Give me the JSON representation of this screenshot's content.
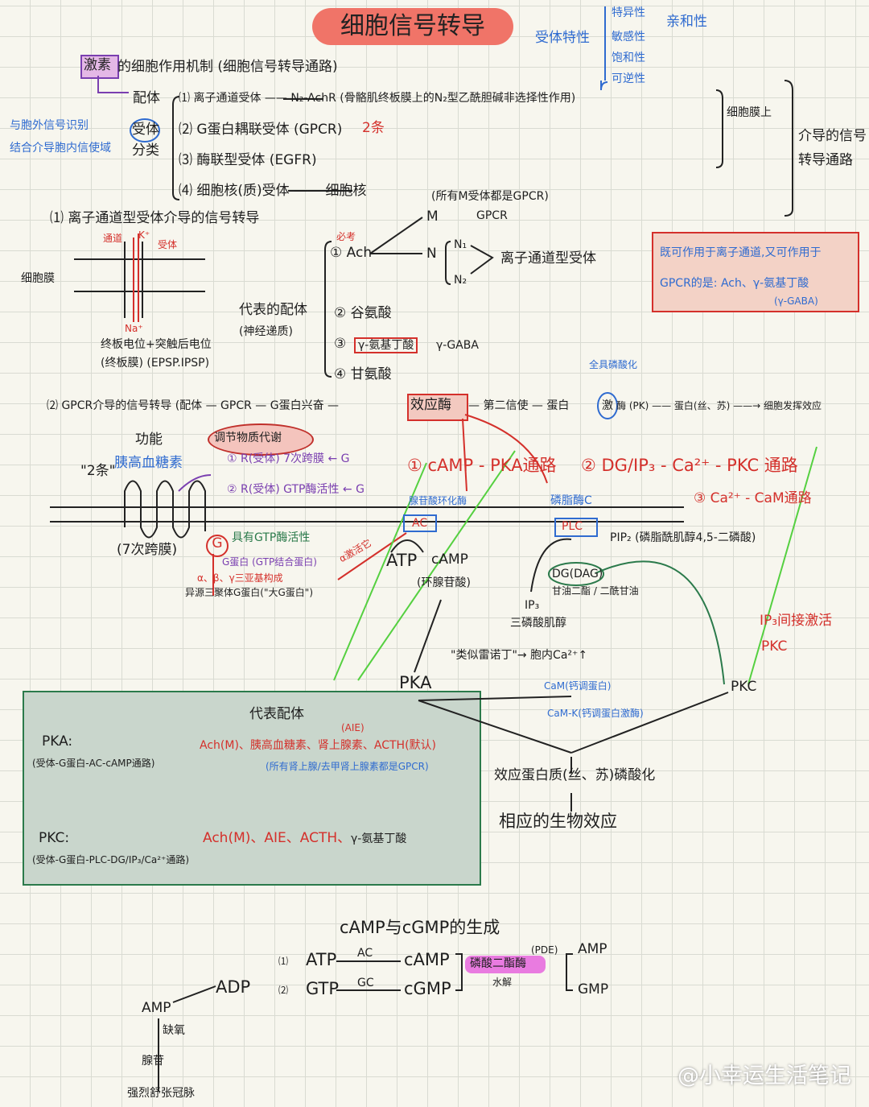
{
  "title": "细胞信号转导",
  "receptor_props": {
    "label": "受体特性",
    "items": [
      "特异性",
      "敏感性",
      "饱和性",
      "可逆性"
    ],
    "extra": "亲和性"
  },
  "section0": {
    "hormone": "激素",
    "heading": "的细胞作用机制 (细胞信号转导通路)",
    "ligand": "配体",
    "receptor": "受体",
    "classify": "分类",
    "function_1": "与胞外信号识别",
    "function_2": "结合介导胞内信使域",
    "types": [
      "⑴ 离子通道受体 —— N₂-AchR (骨骼肌终板膜上的N₂型乙酰胆碱非选择性作用)",
      "⑵ G蛋白耦联受体 (GPCR)",
      "⑶ 酶联型受体 (EGFR)",
      "⑷ 细胞核(质)受体 —— 细胞核"
    ],
    "two_items": "2条",
    "on_membrane": "细胞膜上",
    "mediated_1": "介导的信号",
    "mediated_2": "转导通路"
  },
  "section1": {
    "heading": "⑴ 离子通道型受体介导的信号转导",
    "channel": "通道",
    "k": "K⁺",
    "receptor": "受体",
    "membrane": "细胞膜",
    "na": "Na⁺",
    "potential_1": "终板电位+突触后电位",
    "potential_2": "(终板膜)   (EPSP.IPSP)",
    "ligands_label": "代表的配体",
    "ligands_sub": "(神经递质)",
    "must": "必考",
    "ach": "① Ach",
    "m": "M",
    "gpcr": "GPCR",
    "all_m": "(所有M受体都是GPCR)",
    "n": "N",
    "n1": "N₁",
    "n2": "N₂",
    "ion_receptor": "离子通道型受体",
    "glu": "② 谷氨酸",
    "gaba_num": "③",
    "gaba": "γ-氨基丁酸",
    "gaba_abbr": "γ-GABA",
    "gly": "④ 甘氨酸",
    "note_1": "既可作用于离子通道,又可作用于",
    "note_2": "GPCR的是: Ach、γ-氨基丁酸",
    "note_3": "(γ-GABA)"
  },
  "section2": {
    "heading_a": "⑵ GPCR介导的信号转导 (配体 — GPCR — G蛋白兴奋 —",
    "effector": "效应酶",
    "heading_b": "— 第二信使 — 蛋白",
    "kinase_char": "激",
    "heading_c": "酶 (PK) —— 蛋白(丝、苏) ——→ 细胞发挥效应",
    "phos_all": "全具磷酸化",
    "function": "功能",
    "regulate": "调节物质代谢",
    "two": "\"2条\"",
    "glucagon": "胰高血糖素",
    "r1": "① R(受体) 7次跨膜 ← G",
    "r2": "② R(受体) GTP酶活性 ← G",
    "path1": "① cAMP - PKA通路",
    "path2": "② DG/IP₃ - Ca²⁺ - PKC 通路",
    "path3": "③ Ca²⁺ - CaM通路",
    "ac_name": "腺苷酸环化酶",
    "ac": "AC",
    "plc_name": "磷脂酶C",
    "plc": "PLC",
    "seven": "(7次跨膜)",
    "g": "G",
    "gtpase": "具有GTP酶活性",
    "gprotein": "G蛋白 (GTP结合蛋白)",
    "alpha_act": "α激活它",
    "subunits": "α、β、γ三亚基构成",
    "hetero": "异源三聚体G蛋白(\"大G蛋白\")",
    "atp": "ATP",
    "camp": "cAMP",
    "camp_name": "(环腺苷酸)",
    "pip2": "PIP₂ (磷脂酰肌醇4,5-二磷酸)",
    "dg": "DG(DAG)",
    "dg_name": "甘油二酯 / 二酰甘油",
    "ip3": "IP₃",
    "ip3_name": "三磷酸肌醇",
    "ryanodine": "\"类似雷诺丁\"→ 胞内Ca²⁺↑",
    "cam": "CaM(钙调蛋白)",
    "camk": "CaM-K(钙调蛋白激酶)",
    "ip3_indirect": "IP₃间接激活",
    "pkc_red": "PKC",
    "pka": "PKA",
    "pkc": "PKC",
    "effect_protein": "效应蛋白质(丝、苏)磷酸化",
    "bio_effect": "相应的生物效应"
  },
  "green_box": {
    "heading": "代表配体",
    "pka": "PKA:",
    "pka_path": "(受体-G蛋白-AC-cAMP通路)",
    "aie": "(AIE)",
    "pka_ligands": "Ach(M)、胰高血糖素、肾上腺素、ACTH(默认)",
    "pka_note": "(所有肾上腺/去甲肾上腺素都是GPCR)",
    "pkc": "PKC:",
    "pkc_path": "(受体-G蛋白-PLC-DG/IP₃/Ca²⁺通路)",
    "pkc_ligands": "Ach(M)、AIE、ACTH、",
    "pkc_ligands_b": "γ-氨基丁酸"
  },
  "section3": {
    "heading": "cAMP与cGMP的生成",
    "n1": "⑴",
    "atp": "ATP",
    "ac": "AC",
    "camp": "cAMP",
    "n2": "⑵",
    "gtp": "GTP",
    "gc": "GC",
    "cgmp": "cGMP",
    "pde_name": "磷酸二酯酶",
    "pde": "(PDE)",
    "hydrolysis": "水解",
    "amp": "AMP",
    "gmp": "GMP",
    "adp": "ADP",
    "amp2": "AMP",
    "hypoxia": "缺氧",
    "adenosine": "腺苷",
    "dilate": "强烈舒张冠脉"
  },
  "watermark": "@小幸运生活笔记",
  "colors": {
    "paper": "#f7f6ee",
    "title_bg": "#f07468",
    "blue": "#2f6bd0",
    "red": "#d4302b",
    "purple": "#7a3fb0",
    "green": "#2b7a4b",
    "green_box": "#c9d6cc",
    "note_box": "#f3cfc4"
  }
}
